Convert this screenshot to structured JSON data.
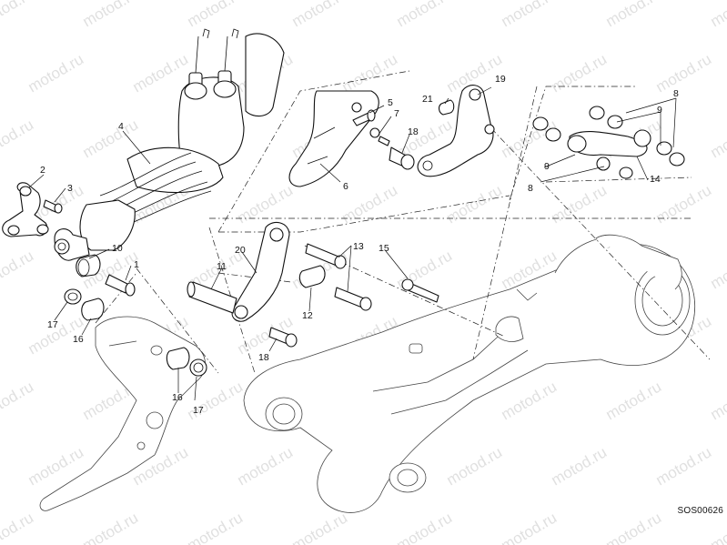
{
  "reference_code": "SOS00626",
  "watermark_text": "motod.ru",
  "callouts": [
    {
      "id": "c1",
      "label": "1"
    },
    {
      "id": "c2",
      "label": "2"
    },
    {
      "id": "c3",
      "label": "3"
    },
    {
      "id": "c4",
      "label": "4"
    },
    {
      "id": "c5",
      "label": "5"
    },
    {
      "id": "c6",
      "label": "6"
    },
    {
      "id": "c7",
      "label": "7"
    },
    {
      "id": "c8a",
      "label": "8"
    },
    {
      "id": "c8b",
      "label": "8"
    },
    {
      "id": "c9a",
      "label": "9"
    },
    {
      "id": "c9b",
      "label": "9"
    },
    {
      "id": "c10",
      "label": "10"
    },
    {
      "id": "c11",
      "label": "11"
    },
    {
      "id": "c12",
      "label": "12"
    },
    {
      "id": "c13",
      "label": "13"
    },
    {
      "id": "c14",
      "label": "14"
    },
    {
      "id": "c15",
      "label": "15"
    },
    {
      "id": "c16a",
      "label": "16"
    },
    {
      "id": "c16b",
      "label": "16"
    },
    {
      "id": "c17a",
      "label": "17"
    },
    {
      "id": "c17b",
      "label": "17"
    },
    {
      "id": "c18a",
      "label": "18"
    },
    {
      "id": "c18b",
      "label": "18"
    },
    {
      "id": "c19",
      "label": "19"
    },
    {
      "id": "c20",
      "label": "20"
    },
    {
      "id": "c21",
      "label": "21"
    }
  ]
}
